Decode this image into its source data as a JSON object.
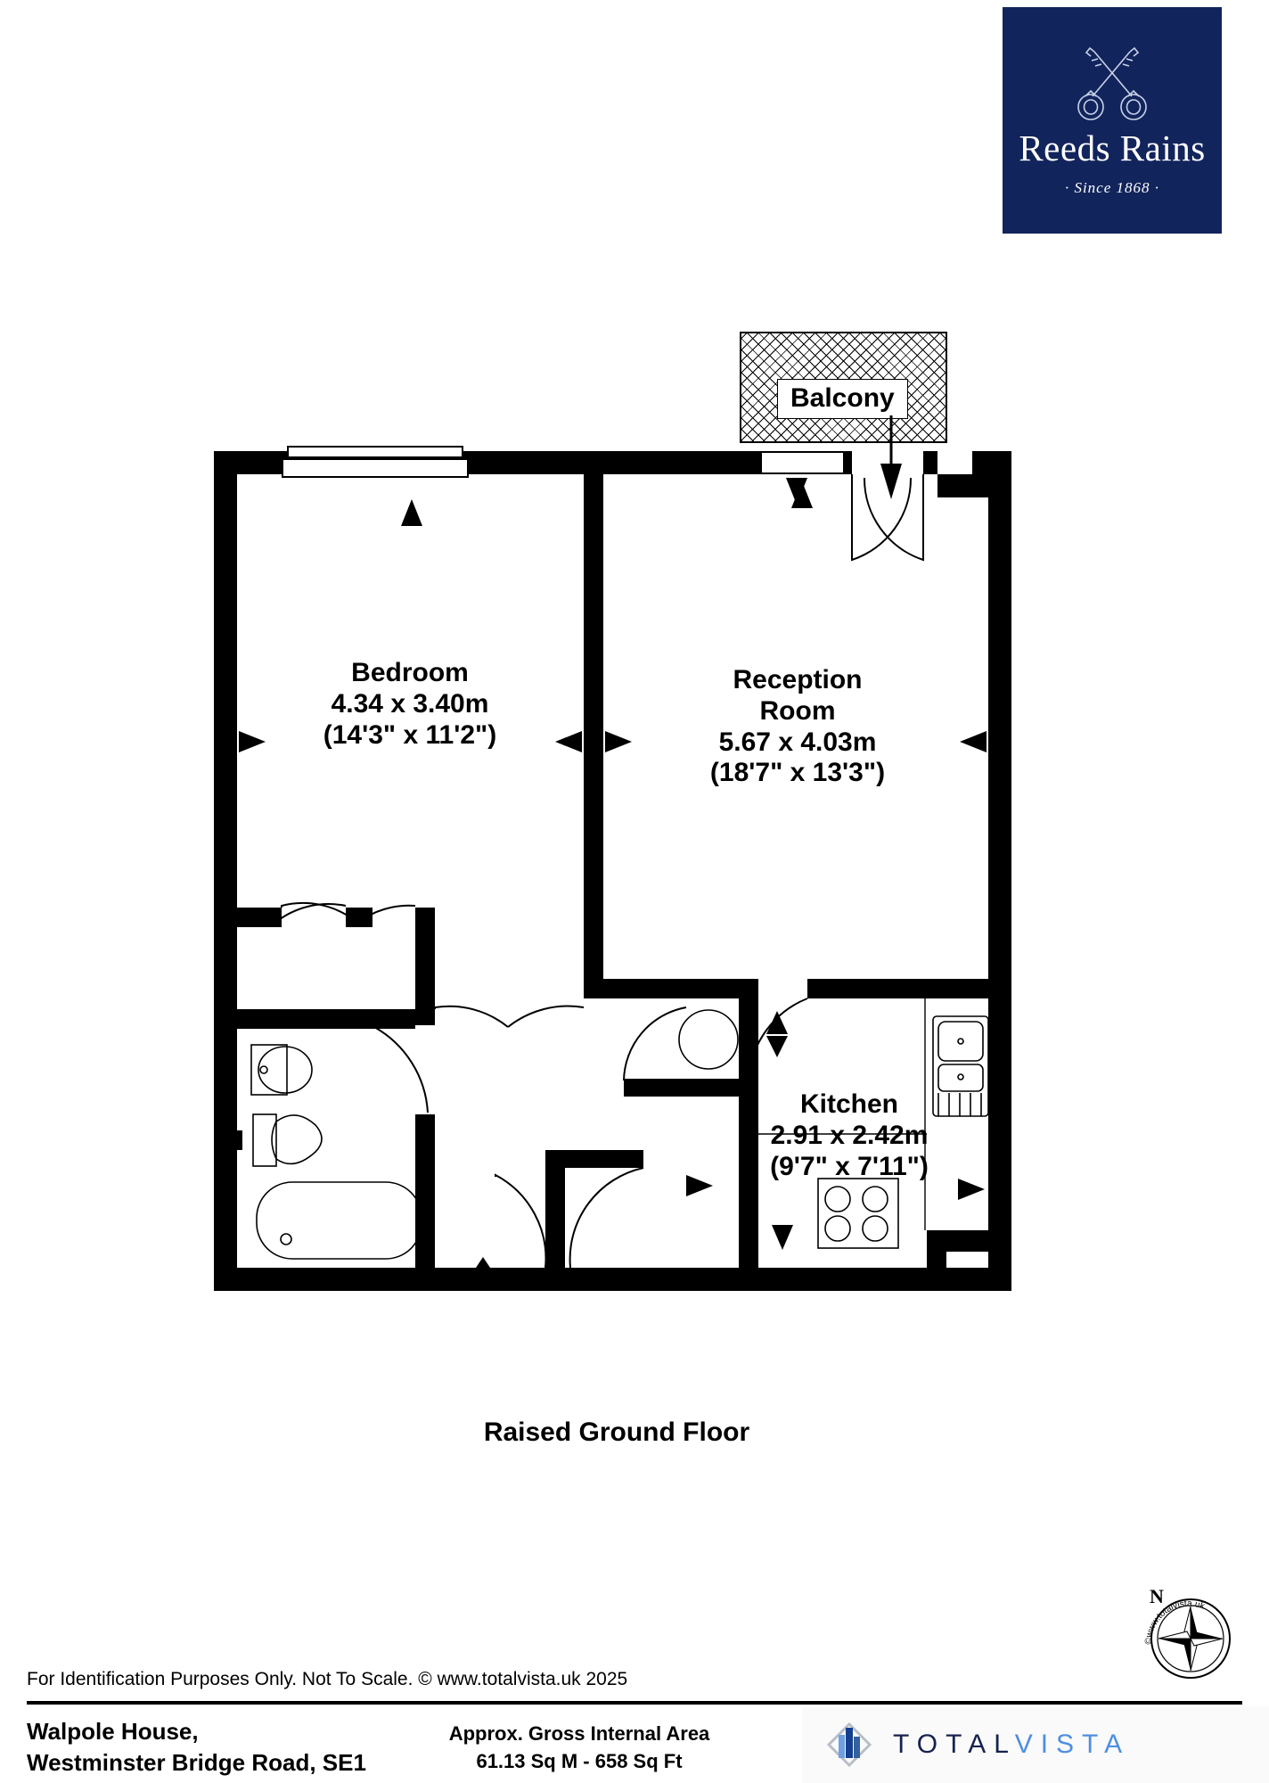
{
  "brand": {
    "name": "Reeds Rains",
    "tagline": "· Since 1868 ·",
    "logo_bg": "#12245c",
    "icon": "crossed-keys-icon"
  },
  "floorplan": {
    "floor_label": "Raised Ground Floor",
    "balcony_label": "Balcony",
    "rooms": [
      {
        "key": "bedroom",
        "name": "Bedroom",
        "metric": "4.34 x 3.40m",
        "imperial": "(14'3\" x 11'2\")"
      },
      {
        "key": "reception",
        "name_line1": "Reception",
        "name_line2": "Room",
        "metric": "5.67 x 4.03m",
        "imperial": "(18'7\" x 13'3\")"
      },
      {
        "key": "kitchen",
        "name": "Kitchen",
        "metric": "2.91 x 2.42m",
        "imperial": "(9'7\" x 7'11\")"
      }
    ],
    "fixtures": [
      "wash-basin-icon",
      "toilet-icon",
      "bathtub-icon",
      "kitchen-sink-icon",
      "hob-icon",
      "hot-water-cylinder-icon"
    ]
  },
  "compass": {
    "north_letter": "N",
    "ring_text": "©www.totalvista.uk"
  },
  "footer": {
    "disclaimer": "For Identification Purposes Only. Not To Scale. © www.totalvista.uk  2025",
    "address_line1": "Walpole House,",
    "address_line2": "Westminster Bridge Road, SE1",
    "area_line1": "Approx. Gross Internal Area",
    "area_line2": "61.13 Sq M - 658 Sq Ft",
    "provider_word_a": "TOTAL",
    "provider_word_b": "VISTA",
    "provider_mark": "totalvista-diamond-icon"
  }
}
